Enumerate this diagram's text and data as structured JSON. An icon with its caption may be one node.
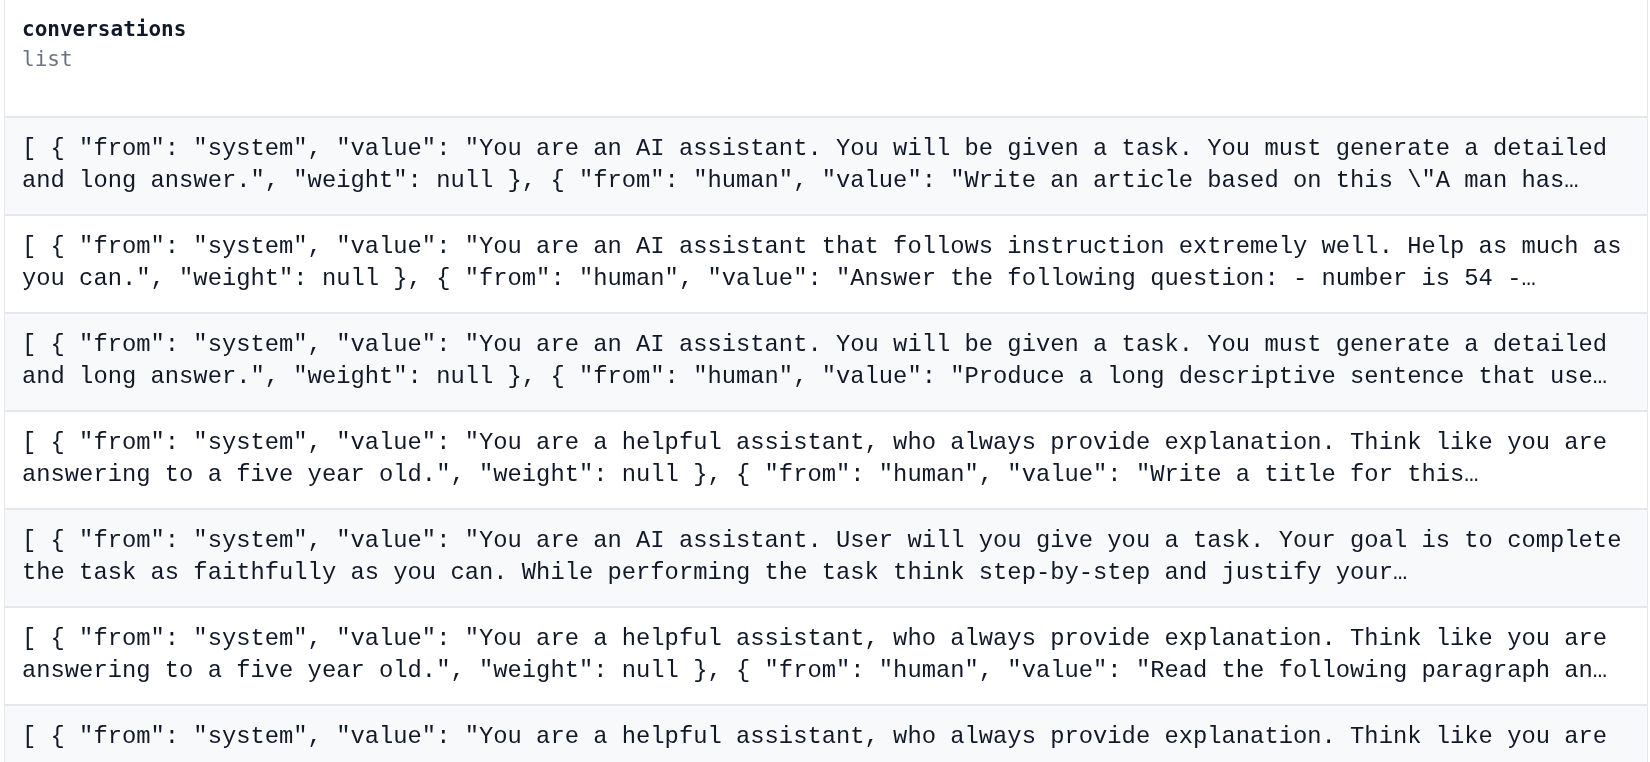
{
  "diagram": {
    "labels": [
      "conversations",
      "list",
      "[ { \"from\": \"system\", \"value\": \"You are an AI assistant. You will be given a task. You must generate a detailed and long answer.\", \"weight\": null }, { \"from\": \"human\", \"value\": \"Write an article based on this \\\"A man has…",
      "[ { \"from\": \"system\", \"value\": \"You are an AI assistant that follows instruction extremely well. Help as much as you can.\", \"weight\": null }, { \"from\": \"human\", \"value\": \"Answer the following question: - number is 54 -…",
      "[ { \"from\": \"system\", \"value\": \"You are an AI assistant. You will be given a task. You must generate a detailed and long answer.\", \"weight\": null }, { \"from\": \"human\", \"value\": \"Produce a long descriptive sentence that use…",
      "[ { \"from\": \"system\", \"value\": \"You are a helpful assistant, who always provide explanation. Think like you are answering to a five year old.\", \"weight\": null }, { \"from\": \"human\", \"value\": \"Write a title for this…",
      "[ { \"from\": \"system\", \"value\": \"You are an AI assistant. User will you give you a task. Your goal is to complete the task as faithfully as you can. While performing the task think step-by-step and justify your…",
      "[ { \"from\": \"system\", \"value\": \"You are a helpful assistant, who always provide explanation. Think like you are answering to a five year old.\", \"weight\": null }, { \"from\": \"human\", \"value\": \"Read the following paragraph an…",
      "[ { \"from\": \"system\", \"value\": \"You are a helpful assistant, who always provide explanation. Think like you are"
    ]
  }
}
